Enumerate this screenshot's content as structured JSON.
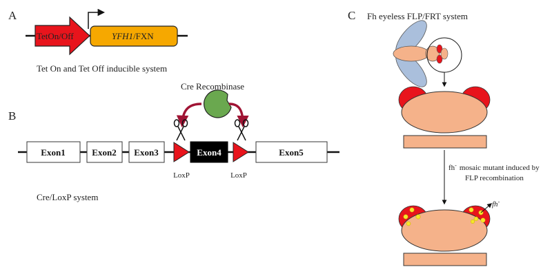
{
  "panel_a": {
    "letter": "A",
    "promoter_label": "TetOn/Off",
    "gene_label_italic": "YFH1",
    "gene_label_rest": "/FXN",
    "caption": "Tet On and Tet Off inducible system",
    "colors": {
      "promoter": "#e8141c",
      "gene": "#f6a800"
    }
  },
  "panel_b": {
    "letter": "B",
    "enzyme_label": "Cre Recombinase",
    "exons": [
      "Exon1",
      "Exon2",
      "Exon3",
      "Exon4",
      "Exon5"
    ],
    "loxp_labels": [
      "LoxP",
      "LoxP"
    ],
    "caption": "Cre/LoxP system",
    "colors": {
      "enzyme": "#6aa84f",
      "loxp": "#e8141c",
      "arrow": "#a01434",
      "floxed_exon": "#000000"
    }
  },
  "panel_c": {
    "letter": "C",
    "title": "Fh eyeless FLP/FRT system",
    "mutant_text_line1_sup": "-",
    "mutant_text_line1_prefix": "fh",
    "mutant_text_line1_rest": "mosaic mutant induced by",
    "mutant_text_line2": "FLP recombination",
    "clone_label": "fh",
    "clone_label_sup": "-",
    "colors": {
      "head": "#f5b28a",
      "eye": "#e8141c",
      "clone": "#f5e62a",
      "wing": "#8ea9d0"
    }
  }
}
